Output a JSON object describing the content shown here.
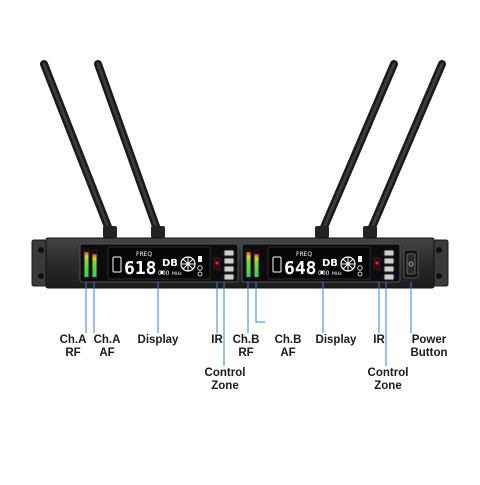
{
  "channel_a": {
    "frequency_main": "618.",
    "frequency_decimal": "000",
    "frequency_unit": "MHz",
    "freq_label": "FREQ",
    "db_label": "DB"
  },
  "channel_b": {
    "frequency_main": "648.",
    "frequency_decimal": "000",
    "frequency_unit": "MHz",
    "freq_label": "FREQ",
    "db_label": "DB"
  },
  "callouts": {
    "ch_a_rf": [
      "Ch.A",
      "RF"
    ],
    "ch_a_af": [
      "Ch.A",
      "AF"
    ],
    "display_a": [
      "Display"
    ],
    "ir_a": [
      "IR"
    ],
    "control_zone_a": [
      "Control",
      "Zone"
    ],
    "ch_b_rf": [
      "Ch.B",
      "RF"
    ],
    "ch_b_af": [
      "Ch.B",
      "AF"
    ],
    "display_b": [
      "Display"
    ],
    "ir_b": [
      "IR"
    ],
    "control_zone_b": [
      "Control",
      "Zone"
    ],
    "power_button": [
      "Power",
      "Button"
    ]
  },
  "colors": {
    "chassis": "#2b2b2b",
    "lcd_background": "#0c0c10",
    "callout_line": "#2f7fe0",
    "meter_green": "#34d15a",
    "meter_yellow": "#e8d12a",
    "meter_red": "#e23b2b"
  }
}
